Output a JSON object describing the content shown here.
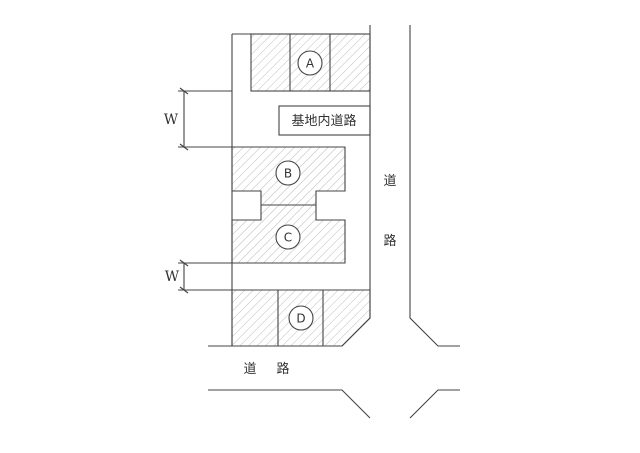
{
  "labels": {
    "internal_road": "基地内道路",
    "road_right_1": "道",
    "road_right_2": "路",
    "road_bottom_1": "道",
    "road_bottom_2": "路",
    "width_top": "W",
    "width_bottom": "W"
  },
  "buildings": [
    "A",
    "B",
    "C",
    "D"
  ]
}
